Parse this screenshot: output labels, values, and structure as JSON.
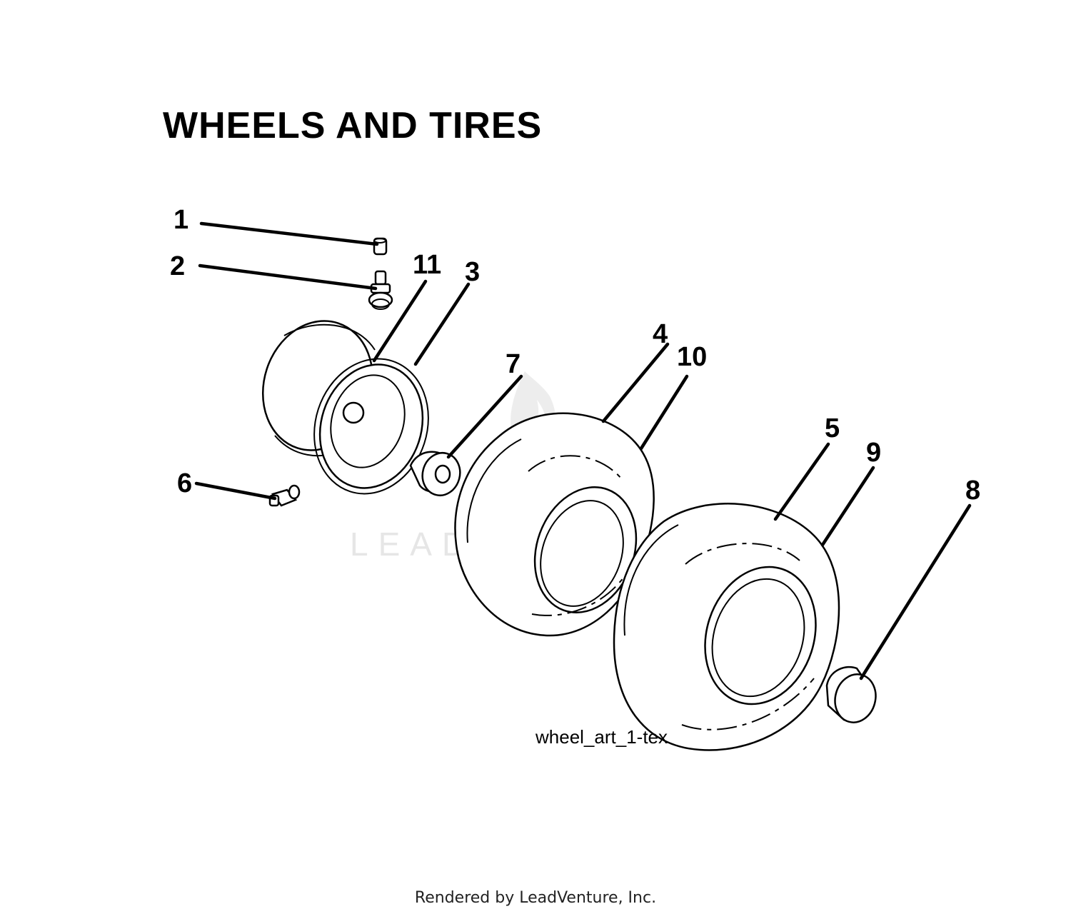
{
  "title": "WHEELS AND TIRES",
  "callouts": [
    "1",
    "2",
    "11",
    "3",
    "7",
    "4",
    "10",
    "5",
    "9",
    "8",
    "6"
  ],
  "figure_code": "wheel_art_1-tex",
  "watermark": "LEADVENTURE",
  "footer": "Rendered by LeadVenture, Inc.",
  "watermark_color": "#e6e6e6"
}
